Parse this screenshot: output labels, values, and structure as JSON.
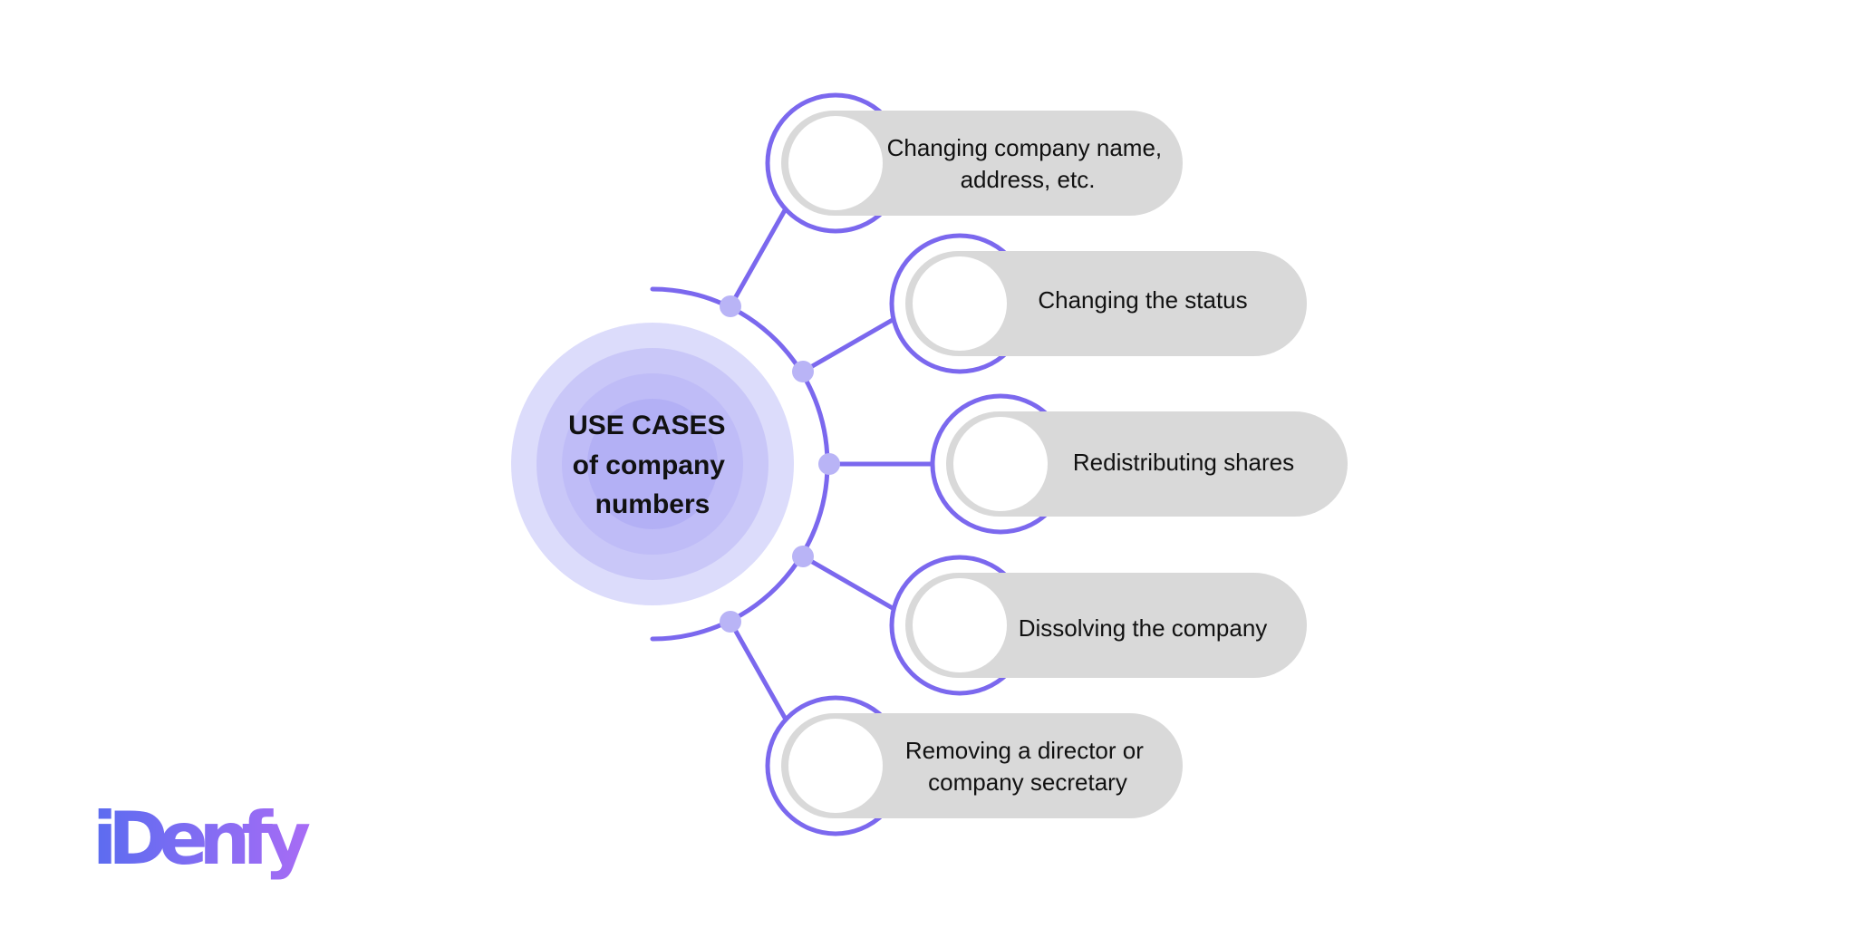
{
  "hub": {
    "lines": [
      "USE CASES",
      "of company",
      "numbers"
    ]
  },
  "use_cases": [
    {
      "lines": [
        "Changing company name,",
        "address, etc."
      ]
    },
    {
      "lines": [
        "Changing the status"
      ]
    },
    {
      "lines": [
        "Redistributing shares"
      ]
    },
    {
      "lines": [
        "Dissolving the company"
      ]
    },
    {
      "lines": [
        "Removing a director or",
        "company secretary"
      ]
    }
  ],
  "brand": {
    "logo_text": "iDenfy"
  },
  "colors": {
    "accent": "#7b68ee",
    "node_dot": "#b9b4f6",
    "pill": "#d9d9d9",
    "hub_outer": "#dcdcfb",
    "hub_mid": "#c9c7f8",
    "hub_inner": "#bfbcf7",
    "hub_core": "#b3b0f5",
    "logo_start": "#5b6cf0",
    "logo_end": "#a86cf5"
  }
}
